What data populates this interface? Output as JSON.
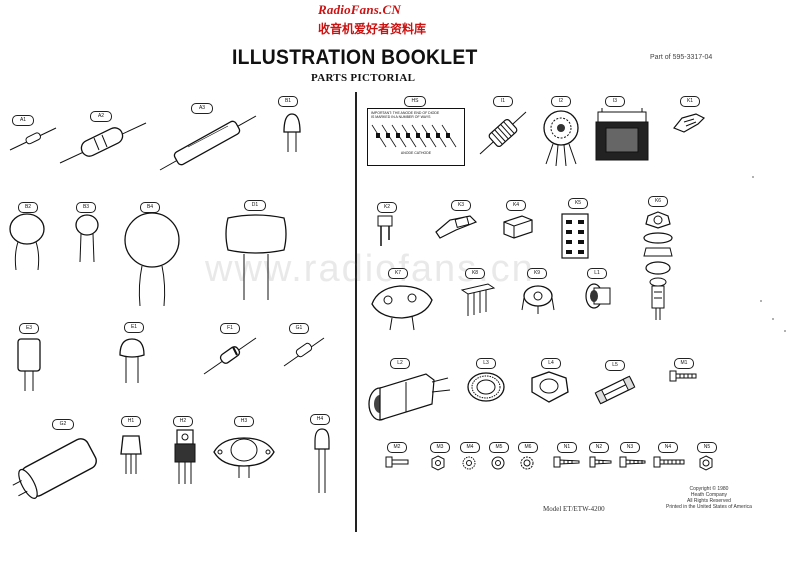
{
  "header": {
    "brand": "RadioFans.CN",
    "brand_cn": "收音机爱好者资料库",
    "title": "ILLUSTRATION BOOKLET",
    "subtitle": "PARTS PICTORIAL",
    "part_of": "Part of 595-3317-04"
  },
  "watermark": "www.radiofans.cn",
  "labels": {
    "A1": "A1",
    "A2": "A2",
    "A3": "A3",
    "B1": "B1",
    "B2": "B2",
    "B3": "B3",
    "B4": "B4",
    "D1": "D1",
    "E3": "E3",
    "E1": "E1",
    "F1": "F1",
    "G1": "G1",
    "G2": "G2",
    "H1": "H1",
    "H2": "H2",
    "H3": "H3",
    "H4": "H4",
    "HS": "HS",
    "I1": "I1",
    "I2": "I2",
    "I3": "I3",
    "K1": "K1",
    "K2": "K2",
    "K3": "K3",
    "K4": "K4",
    "K5": "K5",
    "K6": "K6",
    "K7": "K7",
    "K8": "K8",
    "K9": "K9",
    "L1": "L1",
    "L2": "L2",
    "L3": "L3",
    "L4": "L4",
    "L5": "L5",
    "M1": "M1",
    "M2": "M2",
    "M3": "M3",
    "M4": "M4",
    "M5": "M5",
    "M6": "M6",
    "N1": "N1",
    "N2": "N2",
    "N3": "N3",
    "N4": "N4",
    "N5": "N5"
  },
  "hs_card_text": [
    "IMPORTANT: THE ANODE END OF DIODE",
    "IS MARKED IN A NUMBER OF WAYS",
    "ANODE  CATHODE"
  ],
  "footer": {
    "copyright_lines": [
      "Copyright © 1980",
      "Heath Company",
      "All Rights Reserved",
      "Printed in the United States of America"
    ],
    "model": "Model ET/ETW-4200"
  }
}
